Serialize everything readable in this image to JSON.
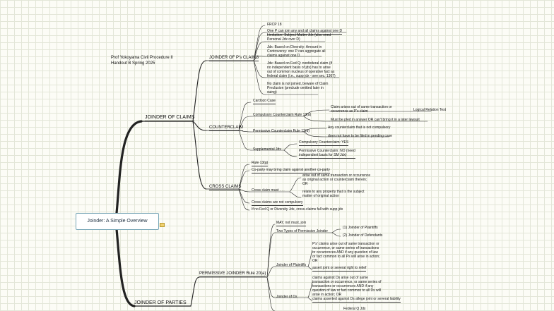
{
  "header": {
    "line1": "Prof Yokoyama Civil Procedure II",
    "line2": "Handout B Spring 2025"
  },
  "root": "Joinder: A Simple Overview",
  "claims": {
    "title": "JOINDER OF CLAIMS",
    "pi": {
      "label": "JOINDER OF P's CLAIMS",
      "items": [
        "FRCP 18",
        "One P can join any and all claims against one D",
        "Limitation: Subject Matter Jdx (also need Personal Jdx over D)",
        [
          "Jdx: Based on Diversity: Amount in",
          "Controversy: one P can aggregate all",
          "claims against one D"
        ],
        [
          "Jdx: Based on Fed Q: nonfederal claim (if",
          "no independent basis of jdx) has to arise",
          "out of common nucleus of operative fact as",
          "federal claim (i.e., supp jdx - see sec. 1367)"
        ],
        [
          "No claim is not joined, beware of Claim",
          "Preclusion (preclude omitted later in",
          "suing)"
        ]
      ]
    },
    "counter": {
      "label": "COUNTERCLAIM",
      "cardozo": "Cardozo Case",
      "compulsory": "Compulsory Counterclaim Rule 13(a)",
      "comp_sub1": [
        "Claim arises out of same transaction or",
        "occurrence as P's claim"
      ],
      "comp_test": "Logical Relation Test",
      "comp_sub2": "Must be pled in answer OR can't bring it in a later lawsuit",
      "permissive": "Permissive Counterclaim Rule 13(b)",
      "perm_sub1": "Any counterclaim that is not compulsory",
      "perm_sub2": "does not have to be filed in pending case",
      "supp": "Supplemental Jdx",
      "supp_sub1": "Compulsory Counterclaim: YES",
      "supp_sub2": [
        "Permissive Counterclaim: NO (need",
        "independent basis for SM Jdx)"
      ]
    },
    "cross": {
      "label": "CROSS CLAIMS",
      "rule": "Rule 13(g)",
      "coparty": "Co-party may bring claim against another co-party",
      "must": "Cross claim must . . .",
      "must_sub1": [
        "arise out of same transaction or occurrence",
        "as original action or counterclaim therein;",
        "OR"
      ],
      "must_sub2": [
        "relate to any property that is the subject",
        "matter of original action"
      ],
      "notcomp": "Cross claims are not compulsory",
      "nofed": "If no Fed Q or Diversity Jdx, cross-claims fall with supp jdx"
    }
  },
  "parties": {
    "title": "JOINDER OF PARTIES",
    "permissive": {
      "label": "PERMISSIVE JOINDER Rule 20(a)",
      "may": "MAY, not must, join",
      "types": "Two Types of Permissive Joinder",
      "type1": "(1) Joinder of Plaintiffs",
      "type2": "(2) Joinder of Defendants",
      "pl": "Joinder of Plaintiffs",
      "pl_sub1": [
        "P's' claims arise out of same transaction or",
        "occurrence, or same series of transactions",
        "or occurrences AND if any question of law",
        "or fact common to all Ps will arise in action;",
        "OR"
      ],
      "pl_sub2": "assert joint or several right to relief",
      "ds": "Joinder of Ds",
      "ds_sub1": [
        "claims against Ds arise out of same",
        "transaction or occurrence, or same series of",
        "transactions or occurrences AND if any",
        "question of law or fact common to all Ds will",
        "arise in action; OR"
      ],
      "ds_sub2": "claims asserted against Ds allege joint or several liability",
      "fedq": "Federal Q Jdx"
    }
  }
}
